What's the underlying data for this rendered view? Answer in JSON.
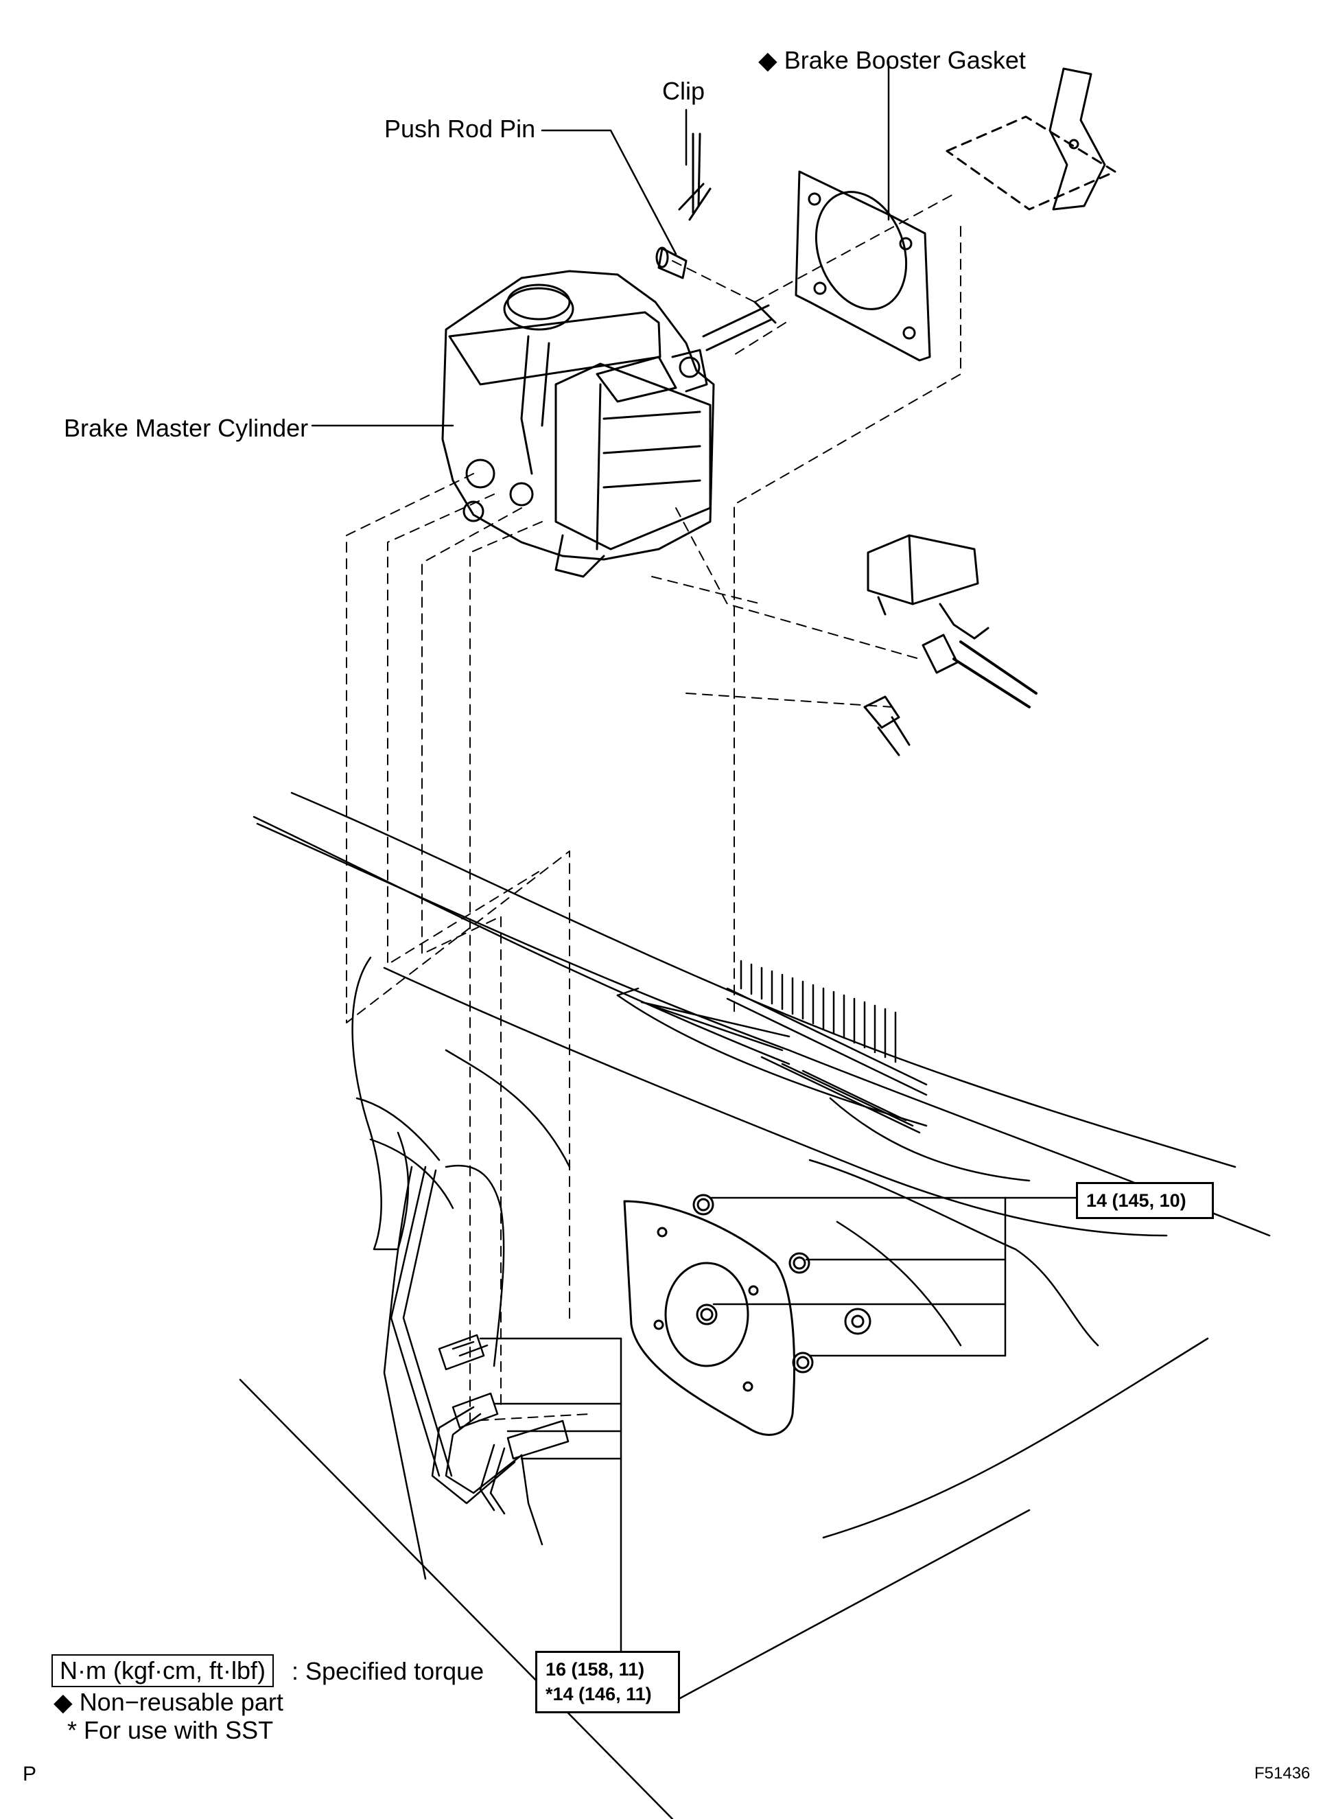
{
  "labels": {
    "gasket": "◆ Brake Booster Gasket",
    "clip": "Clip",
    "push_rod_pin": "Push Rod Pin",
    "master_cylinder": "Brake Master Cylinder"
  },
  "torque": {
    "nuts": "14 (145, 10)",
    "lines_1": "16 (158, 11)",
    "lines_2": "*14 (146, 11)"
  },
  "legend": {
    "unit": "N·m (kgf·cm, ft·lbf)",
    "unit_desc": ": Specified torque",
    "nonreusable": "◆ Non−reusable part",
    "sst": "* For use with SST"
  },
  "corner_left": "P",
  "figure_code": "F51436"
}
